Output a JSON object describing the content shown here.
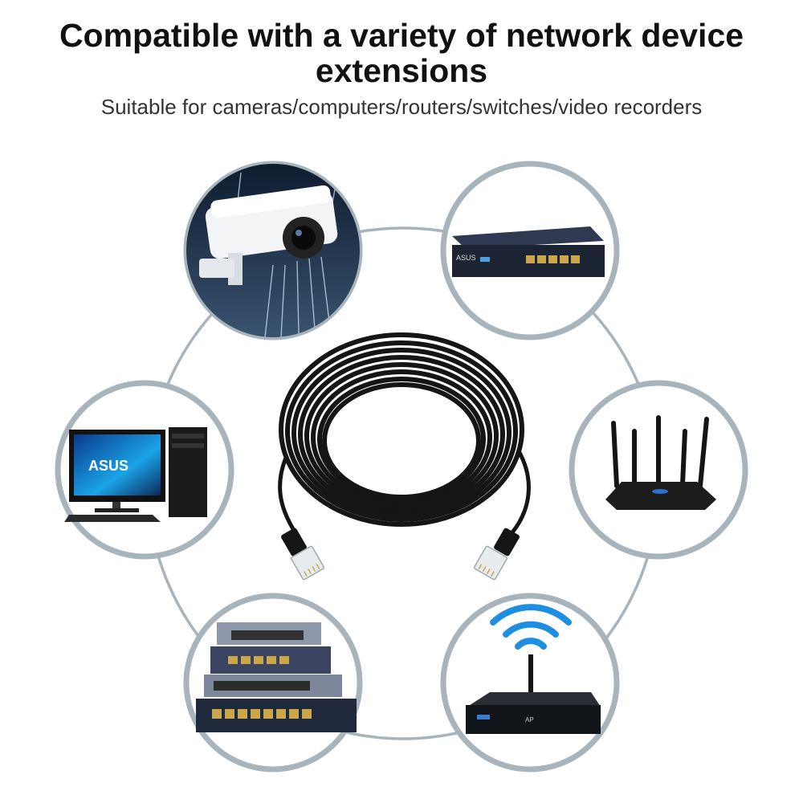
{
  "header": {
    "title_line1": "Compatible with a variety of network device",
    "title_line2": "extensions",
    "subtitle": "Suitable for cameras/computers/routers/switches/video recorders"
  },
  "devices": [
    {
      "name": "security camera",
      "icon": "security-camera-icon"
    },
    {
      "name": "video recorder",
      "icon": "nvr-icon",
      "brand": "ASUS"
    },
    {
      "name": "computer",
      "icon": "computer-icon",
      "brand": "ASUS"
    },
    {
      "name": "router",
      "icon": "router-icon"
    },
    {
      "name": "network switches",
      "icon": "switch-stack-icon"
    },
    {
      "name": "wireless access point",
      "icon": "wifi-ap-icon"
    }
  ],
  "center": {
    "name": "ethernet cable coil",
    "icon": "ethernet-cable-icon"
  },
  "colors": {
    "ring": "#a8b4bc",
    "device_dark": "#1c2433",
    "cable": "#151515",
    "wifi": "#1e8fe0"
  }
}
